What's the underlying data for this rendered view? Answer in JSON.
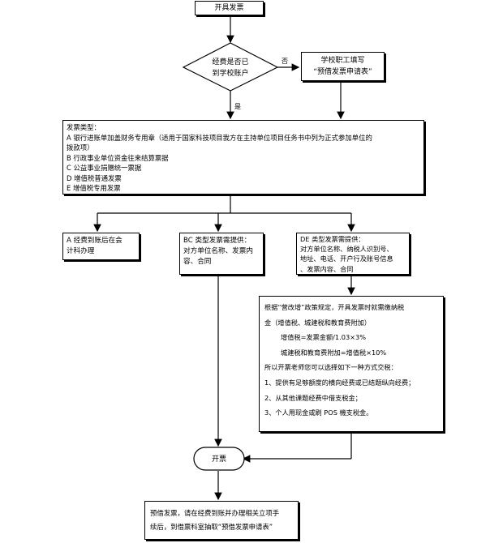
{
  "nodes": {
    "start": "开具发票",
    "decision": [
      "经费是否已",
      "到学校账户"
    ],
    "fill_form": [
      "学校职工填写",
      "“预借发票申请表”"
    ],
    "types": {
      "lines": [
        "发票类型：",
        "A 银行进账单加盖财务专用章（适用于国家科技项目我方在主持单位项目任务书中列为正式参加单位的",
        "拨款项）",
        "B 行政事业单位资金往来结算票据",
        "C 公益事业捐赠统一票据",
        "D 增值税普通发票",
        "E 增值税专用发票"
      ]
    },
    "a_box": [
      "A 经费到账后在会",
      "计科办理"
    ],
    "bc_box": [
      "BC 类型发票需提供：",
      "对方单位名称、发票内",
      "容、合同"
    ],
    "de_box": [
      "DE 类型发票需提供：",
      "对方单位名称、纳税人识别号、",
      "地址、电话、开户行及账号信息",
      "、发票内容、合同"
    ],
    "tax": {
      "lines": [
        "根据“营改增”政策规定，开具发票时就需缴纳税",
        "金（增值税、城建税和教育费附加）",
        "增值税=发票金额/1.03×3%",
        "城建税和教育费附加=增值税×10%",
        "所以开票老师您可以选择如下一种方式交税：",
        "1、提供有足够额度的横向经费或已结题纵向经费；",
        "2、从其他课题经费中借支税金；",
        "3、个人用现金或刷 POS 機支税金。"
      ]
    },
    "issue": "开票",
    "final": [
      "预借发票，请在经费到账并办理相关立项手",
      "续后，到借票科室抽取“预借发票申请表”"
    ]
  },
  "edge_labels": {
    "no": "否",
    "yes": "是"
  }
}
